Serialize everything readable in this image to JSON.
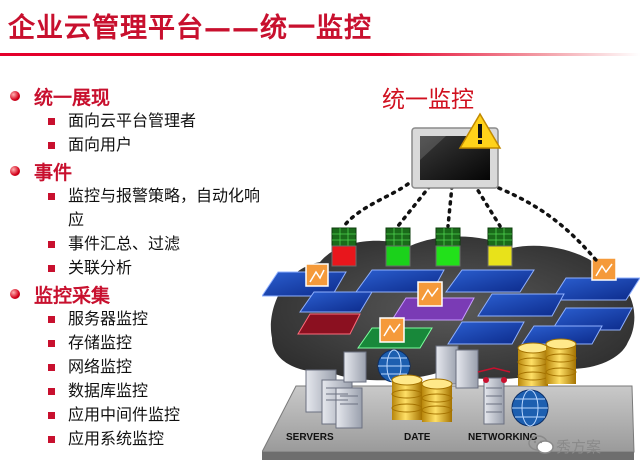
{
  "title": "企业云管理平台——统一监控",
  "diagram": {
    "title": "统一监控",
    "labels": {
      "servers": "SERVERS",
      "date": "DATE",
      "networking": "NETWORKING"
    },
    "indicator_colors": [
      "#e8161c",
      "#1bd11b",
      "#22e11a",
      "#e8e21a"
    ],
    "monitor_icon": "monitor-icon",
    "alert_icon": "warning-triangle-icon"
  },
  "sections": [
    {
      "label": "统一展现",
      "items": [
        "面向云平台管理者",
        "面向用户"
      ]
    },
    {
      "label": "事件",
      "items": [
        "监控与报警策略，自动化响应",
        "事件汇总、过滤",
        "关联分析"
      ]
    },
    {
      "label": "监控采集",
      "items": [
        "服务器监控",
        "存储监控",
        "网络监控",
        "数据库监控",
        "应用中间件监控",
        "应用系统监控"
      ]
    }
  ],
  "watermark": "秀方案",
  "colors": {
    "accent": "#c8102e"
  }
}
